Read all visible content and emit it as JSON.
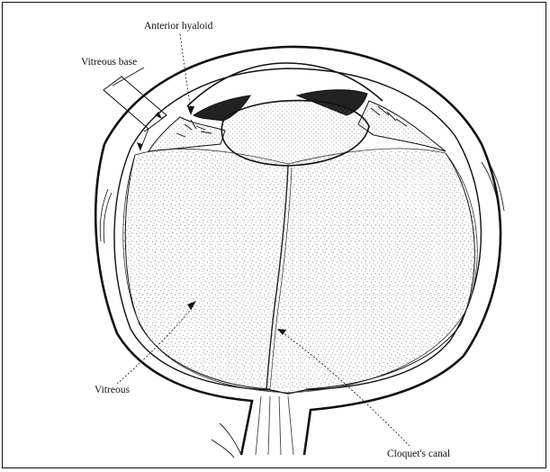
{
  "diagram": {
    "labels": {
      "anterior_hyaloid": "Anterior hyaloid",
      "vitreous_base": "Vitreous base",
      "vitreous": "Vitreous",
      "cloquets_canal": "Cloquet's canal"
    },
    "colors": {
      "ink": "#111111",
      "stipple": "#6a6a6a",
      "background": "#ffffff"
    }
  }
}
